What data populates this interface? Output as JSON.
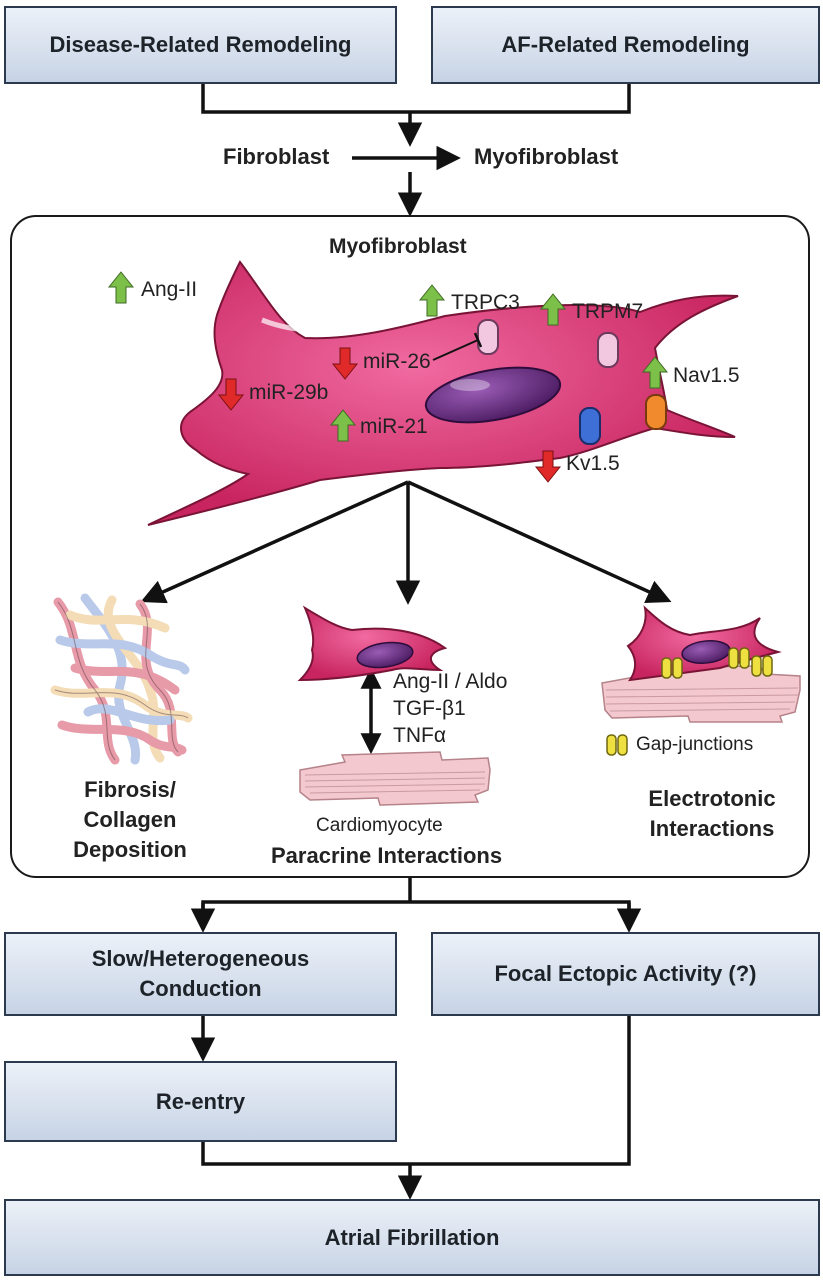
{
  "boxes": {
    "disease_remodeling": "Disease-Related Remodeling",
    "af_remodeling": "AF-Related Remodeling",
    "slow_conduction": "Slow/Heterogeneous Conduction",
    "focal_activity": "Focal Ectopic Activity (?)",
    "reentry": "Re-entry",
    "atrial_fibrillation": "Atrial Fibrillation"
  },
  "transition": {
    "from": "Fibroblast",
    "to": "Myofibroblast"
  },
  "panel": {
    "title": "Myofibroblast",
    "markers": [
      {
        "label": "Ang-II",
        "direction": "up"
      },
      {
        "label": "TRPC3",
        "direction": "up"
      },
      {
        "label": "TRPM7",
        "direction": "up"
      },
      {
        "label": "Nav1.5",
        "direction": "up"
      },
      {
        "label": "miR-26",
        "direction": "down"
      },
      {
        "label": "miR-29b",
        "direction": "down"
      },
      {
        "label": "miR-21",
        "direction": "up"
      },
      {
        "label": "Kv1.5",
        "direction": "down"
      }
    ],
    "paracrine_factors": [
      "Ang-II / Aldo",
      "TGF-β1",
      "TNFα"
    ],
    "cardiomyocyte": "Cardiomyocyte",
    "gap_junctions": "Gap-junctions",
    "outcomes": {
      "fibrosis": [
        "Fibrosis/",
        "Collagen",
        "Deposition"
      ],
      "paracrine": "Paracrine Interactions",
      "electrotonic": [
        "Electrotonic",
        "Interactions"
      ]
    }
  },
  "colors": {
    "box_top": "#ecf1f8",
    "box_bottom": "#c7d3e5",
    "cell": "#e0407e",
    "nucleus": "#6a2a7e",
    "up_arrow": "#7cc04a",
    "down_arrow": "#e02a2a",
    "cardiomyocyte": "#f3c9cf",
    "gap_junction": "#eee040"
  }
}
